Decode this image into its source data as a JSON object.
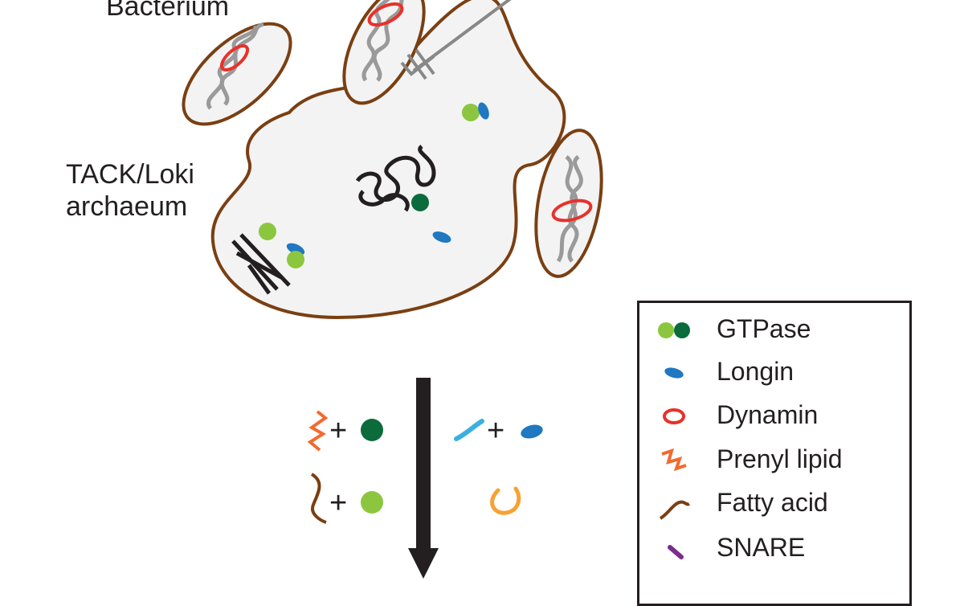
{
  "labels": {
    "bacterium": "Bacterium",
    "host_line1": "TACK/Loki",
    "host_line2": "archaeum"
  },
  "legend": {
    "items": [
      {
        "label": "GTPase",
        "icon": "gtpase-icon"
      },
      {
        "label": "Longin",
        "icon": "longin-icon"
      },
      {
        "label": "Dynamin",
        "icon": "dynamin-icon"
      },
      {
        "label": "Prenyl lipid",
        "icon": "prenyl-lipid-icon"
      },
      {
        "label": "Fatty acid",
        "icon": "fatty-acid-icon"
      },
      {
        "label": "SNARE",
        "icon": "snare-icon"
      }
    ]
  },
  "equations": {
    "plus": "+"
  },
  "colors": {
    "membrane": "#7a3f12",
    "cell_fill": "#f3f3f3",
    "gtpase_light": "#8cc63f",
    "gtpase_dark": "#0b6b3a",
    "longin": "#1f78c1",
    "dynamin": "#e8312a",
    "prenyl": "#f26a2e",
    "fatty": "#7a3f12",
    "snare": "#7b2d8e",
    "cyan_lipid": "#3ab0e2",
    "orange_ring": "#f7a233",
    "dna_dark": "#231f20",
    "dna_grey": "#9a9a9a",
    "arrow": "#231f20"
  }
}
